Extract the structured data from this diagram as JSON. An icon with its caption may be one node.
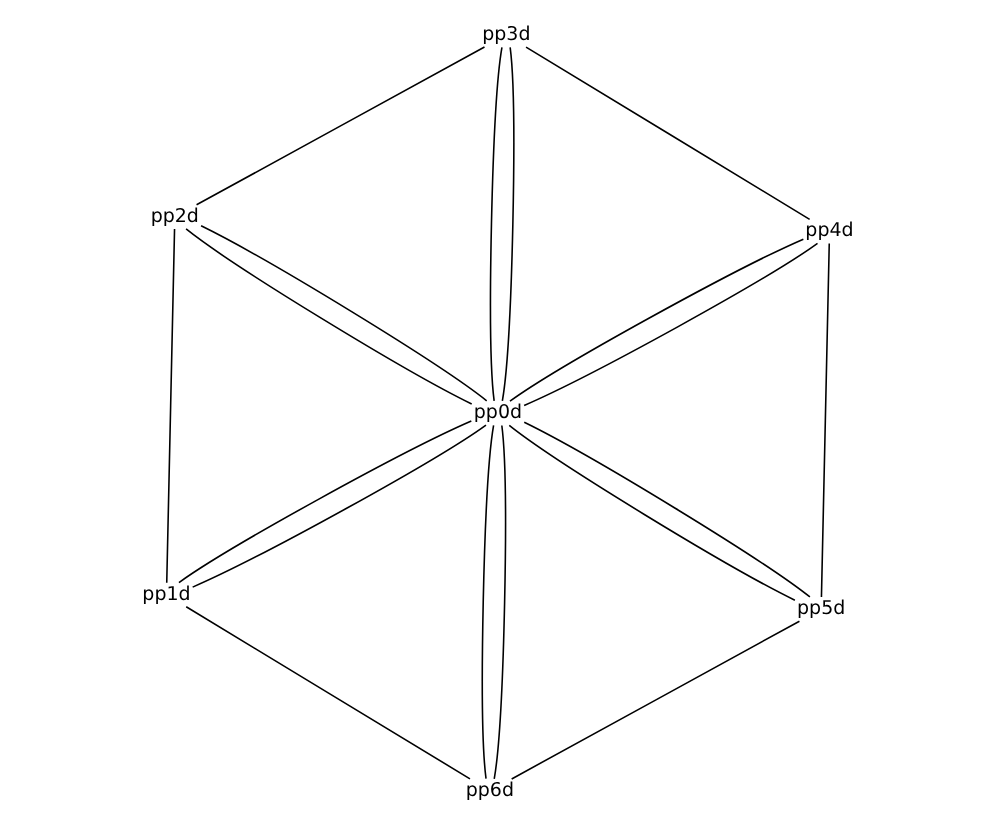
{
  "diagram": {
    "nodes": [
      {
        "text": [
          "pp1d"
        ]
      },
      {
        "text": [
          "pp2d"
        ]
      },
      {
        "text": [
          "pp6d"
        ]
      },
      {
        "text": [
          "pp0d"
        ]
      },
      {
        "text": [
          "pp3d"
        ]
      },
      {
        "text": [
          "pp5d"
        ]
      },
      {
        "text": [
          "pp4d"
        ]
      }
    ],
    "edges": [
      {
        "from": 0,
        "to": 2,
        "arrow": "none"
      },
      {
        "from": 2,
        "to": 3,
        "arrow": "none"
      },
      {
        "from": 3,
        "to": 0,
        "arrow": "none"
      },
      {
        "from": 0,
        "to": 1,
        "arrow": "none"
      },
      {
        "from": 1,
        "to": 3,
        "arrow": "none"
      },
      {
        "from": 3,
        "to": 0,
        "arrow": "none"
      },
      {
        "from": 1,
        "to": 4,
        "arrow": "none"
      },
      {
        "from": 4,
        "to": 3,
        "arrow": "none"
      },
      {
        "from": 3,
        "to": 1,
        "arrow": "none"
      },
      {
        "from": 4,
        "to": 6,
        "arrow": "none"
      },
      {
        "from": 6,
        "to": 3,
        "arrow": "none"
      },
      {
        "from": 3,
        "to": 4,
        "arrow": "none"
      },
      {
        "from": 6,
        "to": 5,
        "arrow": "none"
      },
      {
        "from": 5,
        "to": 3,
        "arrow": "none"
      },
      {
        "from": 3,
        "to": 6,
        "arrow": "none"
      },
      {
        "from": 5,
        "to": 2,
        "arrow": "none"
      },
      {
        "from": 2,
        "to": 3,
        "arrow": "none"
      },
      {
        "from": 3,
        "to": 5,
        "arrow": "none"
      }
    ]
  }
}
